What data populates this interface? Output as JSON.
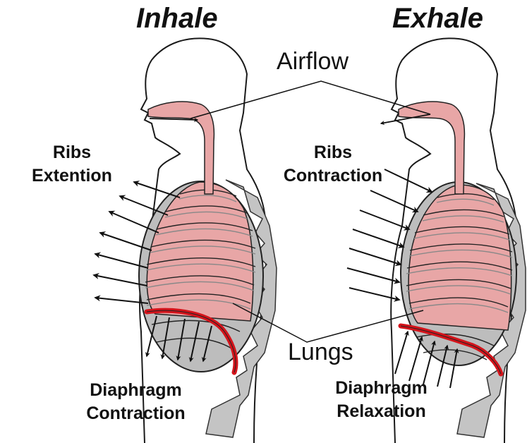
{
  "titles": {
    "inhale": "Inhale",
    "exhale": "Exhale"
  },
  "labels": {
    "airflow": "Airflow",
    "lungs": "Lungs",
    "ribs_inhale_line1": "Ribs",
    "ribs_inhale_line2": "Extention",
    "ribs_exhale_line1": "Ribs",
    "ribs_exhale_line2": "Contraction",
    "diaphragm_inhale_line1": "Diaphragm",
    "diaphragm_inhale_line2": "Contraction",
    "diaphragm_exhale_line1": "Diaphragm",
    "diaphragm_exhale_line2": "Relaxation"
  },
  "colors": {
    "outline": "#1a1a1a",
    "lung_pink": "#e8a6a6",
    "rib_gray": "#b9b9b9",
    "spine_gray": "#c4c4c4",
    "diaphragm_red": "#d4141b",
    "text": "#111111"
  }
}
